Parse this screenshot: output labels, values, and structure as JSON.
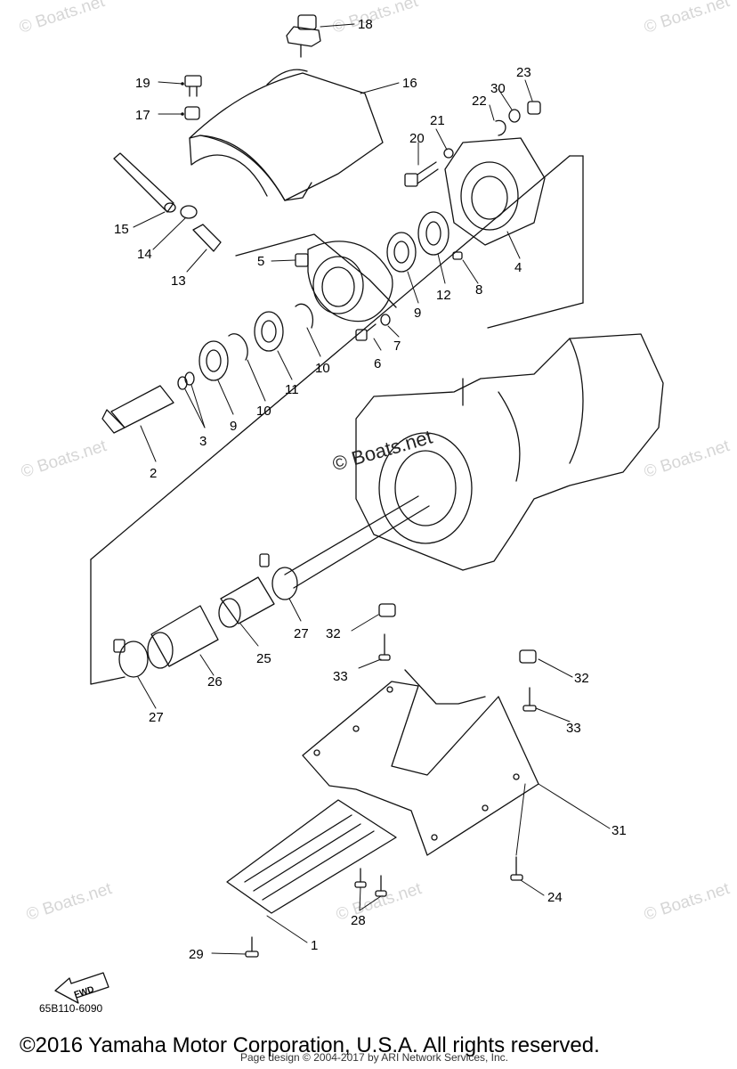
{
  "watermark": "© Boats.net",
  "center_watermark": "© Boats.net",
  "part_code": "65B110-6090",
  "copyright": "©2016 Yamaha Motor Corporation, U.S.A. All rights reserved.",
  "page_design": "Page design © 2004-2017 by ARI Network Services, Inc.",
  "fwd_label": "FWD",
  "callouts": [
    "1",
    "2",
    "3",
    "4",
    "5",
    "6",
    "7",
    "8",
    "9",
    "9",
    "10",
    "10",
    "11",
    "12",
    "13",
    "14",
    "15",
    "16",
    "17",
    "18",
    "19",
    "20",
    "21",
    "22",
    "23",
    "24",
    "25",
    "26",
    "27",
    "27",
    "28",
    "29",
    "30",
    "31",
    "32",
    "32",
    "33",
    "33"
  ]
}
